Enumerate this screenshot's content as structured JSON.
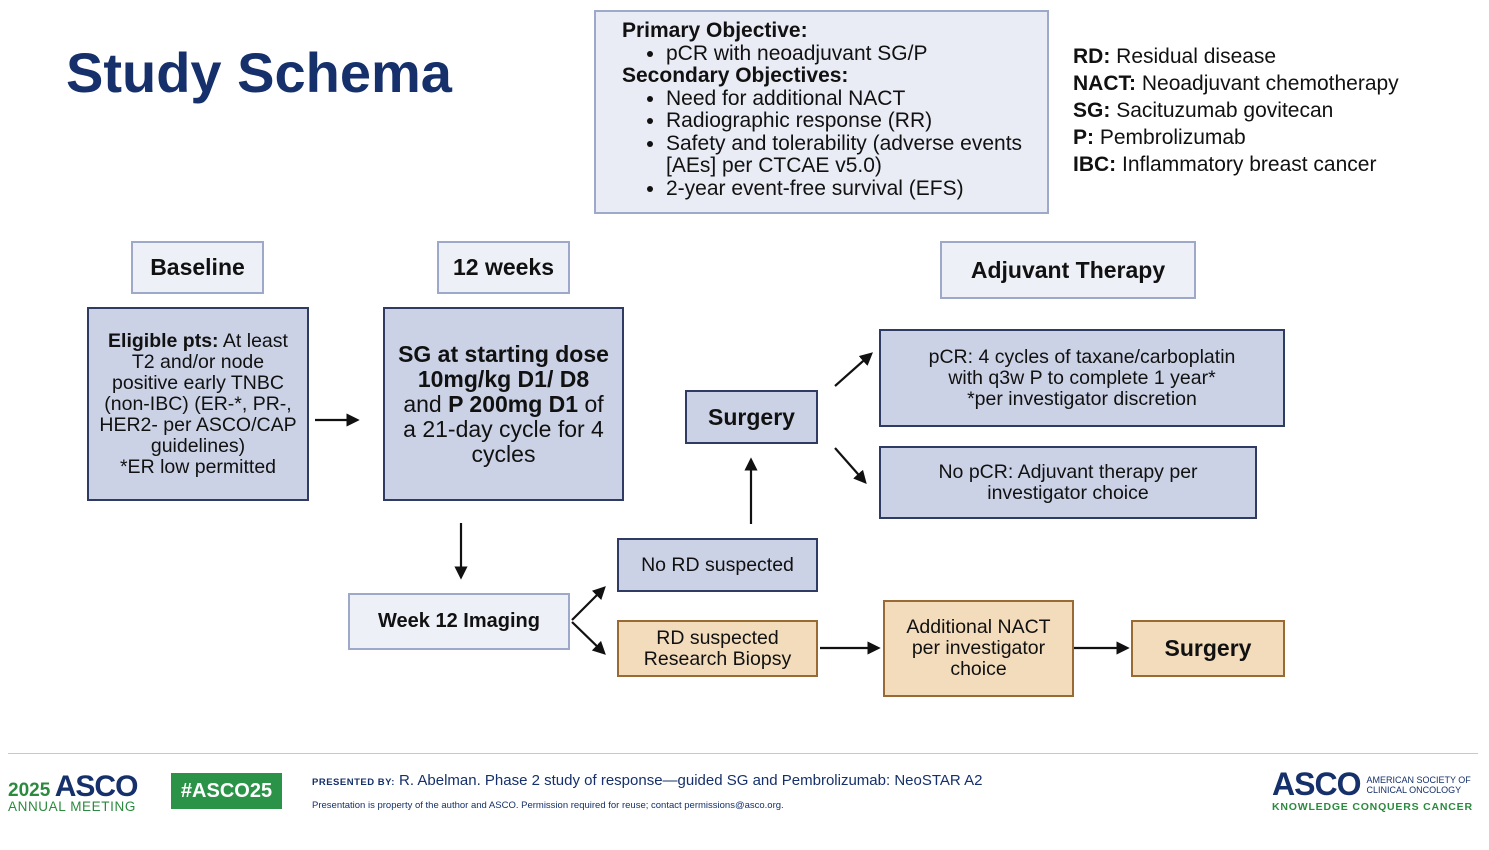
{
  "title": "Study Schema",
  "objectives": {
    "primary_heading": "Primary Objective:",
    "primary_items": [
      "pCR with neoadjuvant SG/P"
    ],
    "secondary_heading": "Secondary Objectives:",
    "secondary_items": [
      "Need for additional NACT",
      "Radiographic response (RR)",
      "Safety and tolerability (adverse events [AEs] per CTCAE v5.0)",
      "2-year event-free survival (EFS)"
    ]
  },
  "abbreviations": [
    {
      "abbr": "RD:",
      "text": "Residual disease"
    },
    {
      "abbr": "NACT:",
      "text": "Neoadjuvant chemotherapy"
    },
    {
      "abbr": "SG:",
      "text": "Sacituzumab govitecan"
    },
    {
      "abbr": "P:",
      "text": "Pembrolizumab"
    },
    {
      "abbr": "IBC:",
      "text": "Inflammatory breast cancer"
    }
  ],
  "headers": {
    "baseline": "Baseline",
    "weeks": "12 weeks",
    "adjuvant": "Adjuvant Therapy"
  },
  "eligible": {
    "label": "Eligible pts:",
    "text": "At least T2 and/or node positive early TNBC (non-IBC) (ER-*, PR-, HER2- per ASCO/CAP guidelines)",
    "note": "*ER low permitted"
  },
  "treatment": {
    "part1": "SG at starting dose 10mg/kg D1/ D8",
    "part2": "and",
    "part3": "P 200mg D1",
    "part4": "of a 21-day cycle for 4 cycles"
  },
  "surgery_top": "Surgery",
  "pcr": {
    "line1": "pCR: 4 cycles of taxane/carboplatin with q3w P to complete 1 year*",
    "line2": "*per investigator discretion"
  },
  "no_pcr": "No pCR: Adjuvant therapy per investigator choice",
  "week12_imaging": "Week 12 Imaging",
  "no_rd": "No RD suspected",
  "rd_suspected": "RD suspected Research Biopsy",
  "additional_nact": "Additional NACT per investigator choice",
  "surgery_bottom": "Surgery",
  "footer": {
    "year": "2025",
    "asco": "ASCO",
    "meeting": "ANNUAL MEETING",
    "hashtag": "#ASCO25",
    "presented_by": "PRESENTED BY:",
    "presenter": "R. Abelman. Phase 2 study of response—guided SG and Pembrolizumab: NeoSTAR A2",
    "notice": "Presentation is property of the author and ASCO. Permission required for reuse; contact permissions@asco.org.",
    "logo": "ASCO",
    "society_line1": "AMERICAN SOCIETY OF",
    "society_line2": "CLINICAL ONCOLOGY",
    "tagline": "KNOWLEDGE CONQUERS CANCER"
  },
  "colors": {
    "title": "#15306a",
    "box_fill": "#ccd2e6",
    "box_border": "#2f3b63",
    "tan_fill": "#f3dcbc",
    "tan_border": "#9a6a35",
    "green": "#2b9348"
  }
}
